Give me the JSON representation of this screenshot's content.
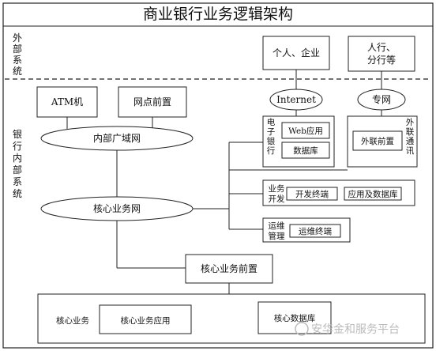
{
  "title": "商业银行业务逻辑架构",
  "sections": {
    "external": "外部系统",
    "internal": "银行内部系统"
  },
  "external_systems": {
    "personal_enterprise": "个人、企业",
    "pboc_branches": [
      "人行、",
      "分行等"
    ]
  },
  "networks": {
    "internet": "Internet",
    "private_line": "专网",
    "internal_wan": "内部广域网",
    "core_network": "核心业务网"
  },
  "terminals": {
    "atm": "ATM机",
    "branch_front": "网点前置"
  },
  "ebank": {
    "label": "电子银行",
    "web_app": "Web应用",
    "database": "数据库"
  },
  "external_link": {
    "label": "外联通讯",
    "front": "外联前置"
  },
  "dev": {
    "label": [
      "业务",
      "开发"
    ],
    "terminal": "开发终端",
    "app_db": "应用及数据库"
  },
  "ops": {
    "label": [
      "运维",
      "管理"
    ],
    "terminal": "运维终端"
  },
  "core": {
    "front": "核心业务前置",
    "label": "核心业务",
    "app": "核心业务应用",
    "database": "核心数据库"
  },
  "watermark": "安华金和服务平台"
}
